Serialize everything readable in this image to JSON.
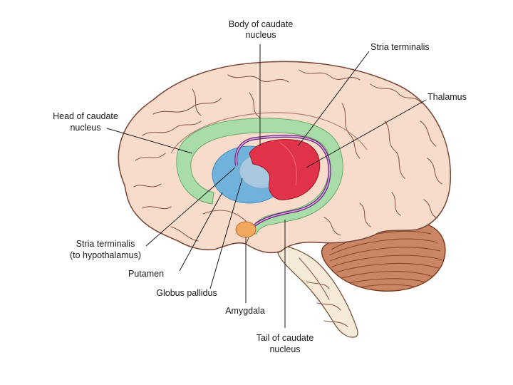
{
  "labels": {
    "body_caudate_1": "Body of caudate",
    "body_caudate_2": "nucleus",
    "stria_terminalis": "Stria terminalis",
    "thalamus": "Thalamus",
    "head_caudate_1": "Head of caudate",
    "head_caudate_2": "nucleus",
    "stria_hypo_1": "Stria terminalis",
    "stria_hypo_2": "(to hypothalamus)",
    "putamen": "Putamen",
    "globus_pallidus": "Globus pallidus",
    "amygdala": "Amygdala",
    "tail_caudate_1": "Tail of caudate",
    "tail_caudate_2": "nucleus"
  },
  "colors": {
    "cortex": "#f8dccb",
    "cortex_outline": "#7a4a3a",
    "caudate": "#a8dca8",
    "putamen": "#6fb3dc",
    "globus_pallidus": "#a8c8e0",
    "thalamus": "#e0334a",
    "stria_terminalis": "#6a2a7a",
    "amygdala": "#f0a860",
    "cerebellum": "#c98566",
    "brainstem": "#f5ead8"
  }
}
